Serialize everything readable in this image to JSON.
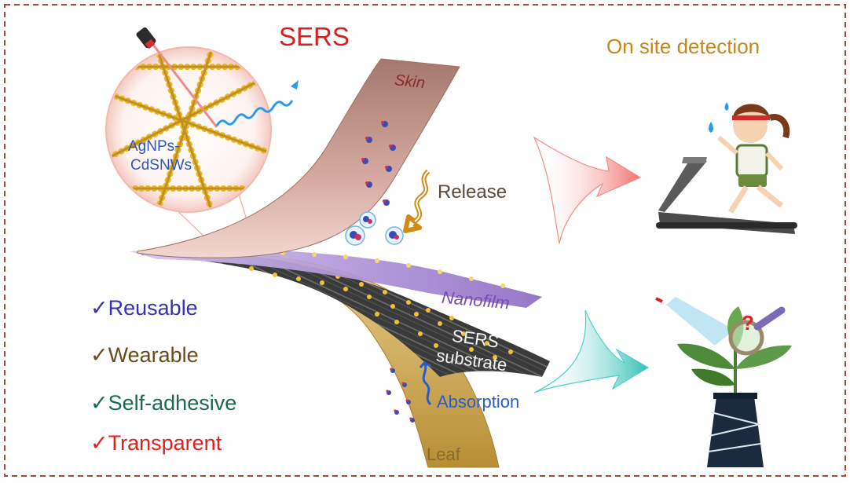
{
  "title": "SERS",
  "heading": "On site detection",
  "labels": {
    "skin": "Skin",
    "release": "Release",
    "nanowire": "AgNPs-",
    "nanowire_line2": "CdSNWs",
    "nanofilm": "Nanofilm",
    "substrate_line1": "SERS",
    "substrate_line2": "substrate",
    "absorption": "Absorption",
    "leaf": "Leaf"
  },
  "features": [
    {
      "check": "✓",
      "text": "Reusable",
      "color": "#3a2fb5"
    },
    {
      "check": "✓",
      "text": "Wearable",
      "color": "#6b4a1a"
    },
    {
      "check": "✓",
      "text": "Self-adhesive",
      "color": "#1a6b55"
    },
    {
      "check": "✓",
      "text": "Transparent",
      "color": "#e0201c"
    }
  ],
  "colors": {
    "border": "#a84a3a",
    "title": "#d42020",
    "heading": "#c8861a",
    "skin": "#b98a7e",
    "leaf": "#c9a24c",
    "nanofilm": "#8c6bc0",
    "substrate": "#3a3a3a",
    "release_arrow": "#d38a12",
    "upper_arrow": "#f08a8a",
    "lower_arrow": "#4fd0c8"
  },
  "icons": {
    "runner": "girl-on-treadmill-icon",
    "plant": "potted-plant-with-magnifier-icon",
    "laser": "laser-pen-icon"
  }
}
